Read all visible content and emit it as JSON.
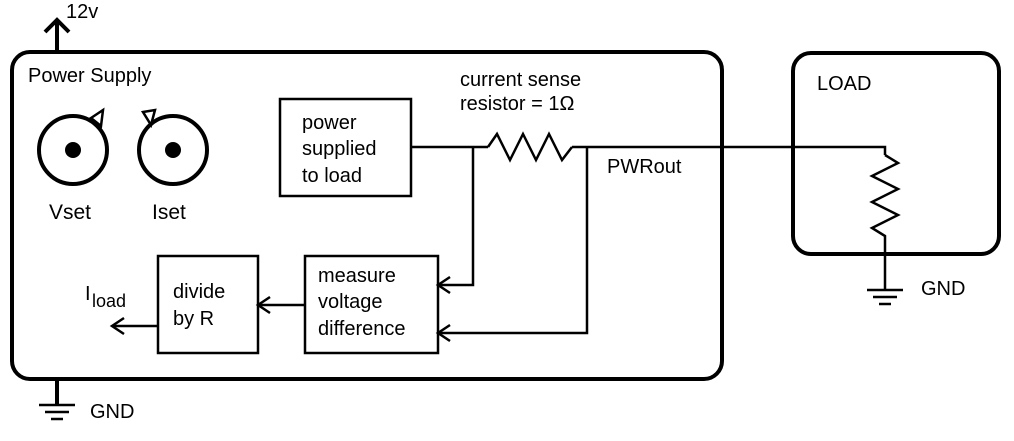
{
  "supply_voltage": "12v",
  "power_supply": {
    "title": "Power Supply",
    "knobs": [
      {
        "label": "Vset",
        "icon": "knob-icon"
      },
      {
        "label": "Iset",
        "icon": "knob-icon"
      }
    ],
    "block_power": [
      "power",
      "supplied",
      "to load"
    ],
    "block_measure": [
      "measure",
      "voltage",
      "difference"
    ],
    "block_divide": [
      "divide",
      "by R"
    ],
    "resistor_label": [
      "current sense",
      "resistor = 1Ω"
    ],
    "output_label": "PWRout",
    "iload_main": "I",
    "iload_sub": "load",
    "ground_label": "GND"
  },
  "load": {
    "title": "LOAD",
    "ground_label": "GND"
  }
}
